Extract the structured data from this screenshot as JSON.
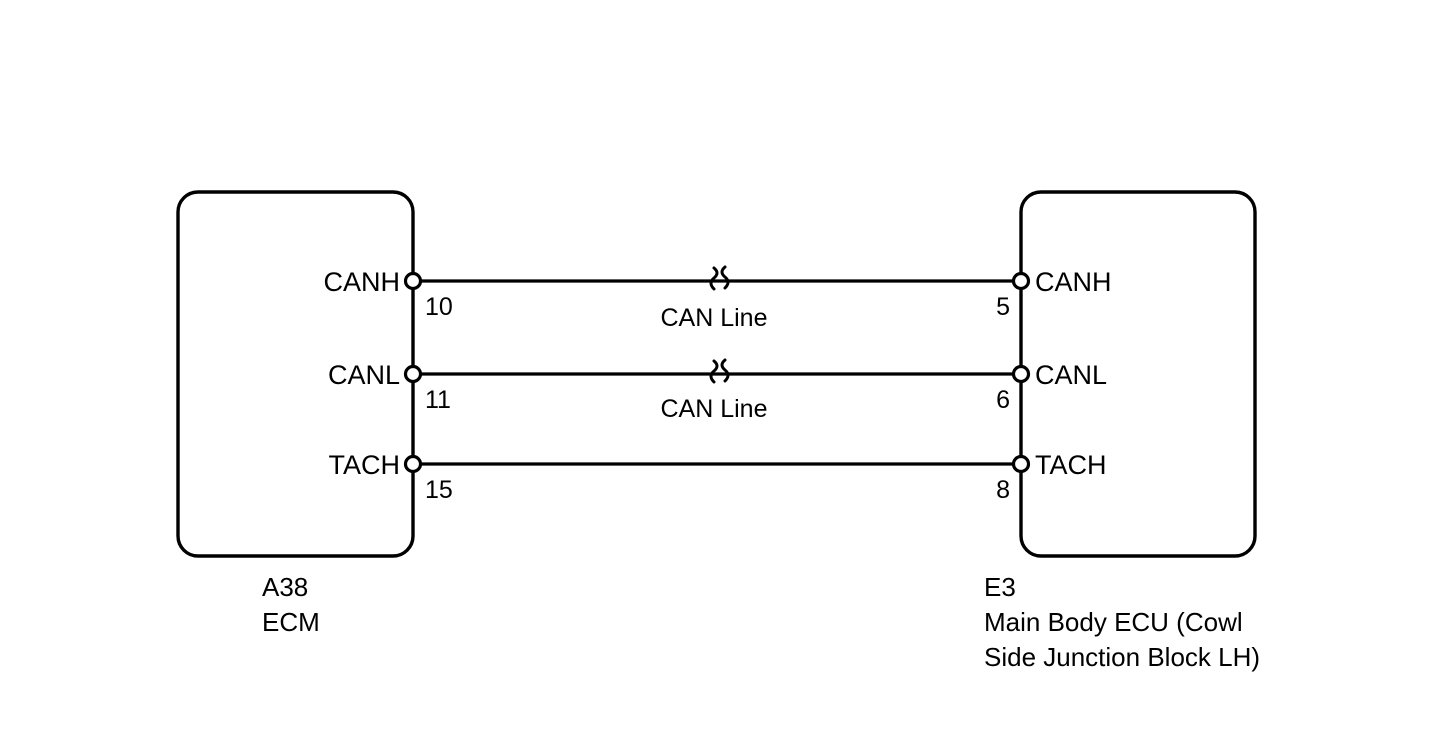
{
  "diagram": {
    "title": "ECM to Main Body ECU CAN / TACH wiring diagram",
    "type": "automotive-wiring-diagram",
    "background_color": "#ffffff",
    "line_color": "#000000"
  },
  "left_connector": {
    "code": "A38",
    "name": "ECM",
    "terminals": [
      {
        "label": "CANH",
        "pin": "10"
      },
      {
        "label": "CANL",
        "pin": "11"
      },
      {
        "label": "TACH",
        "pin": "15"
      }
    ]
  },
  "right_connector": {
    "code": "E3",
    "name_line1": "Main Body ECU (Cowl",
    "name_line2": "Side Junction Block LH)",
    "terminals": [
      {
        "label": "CANH",
        "pin": "5"
      },
      {
        "label": "CANL",
        "pin": "6"
      },
      {
        "label": "TACH",
        "pin": "8"
      }
    ]
  },
  "wires": [
    {
      "label": "CAN Line",
      "from_pin": "10",
      "to_pin": "5",
      "has_break_symbol": true
    },
    {
      "label": "CAN Line",
      "from_pin": "11",
      "to_pin": "6",
      "has_break_symbol": true
    },
    {
      "label": "",
      "from_pin": "15",
      "to_pin": "8",
      "has_break_symbol": false
    }
  ]
}
